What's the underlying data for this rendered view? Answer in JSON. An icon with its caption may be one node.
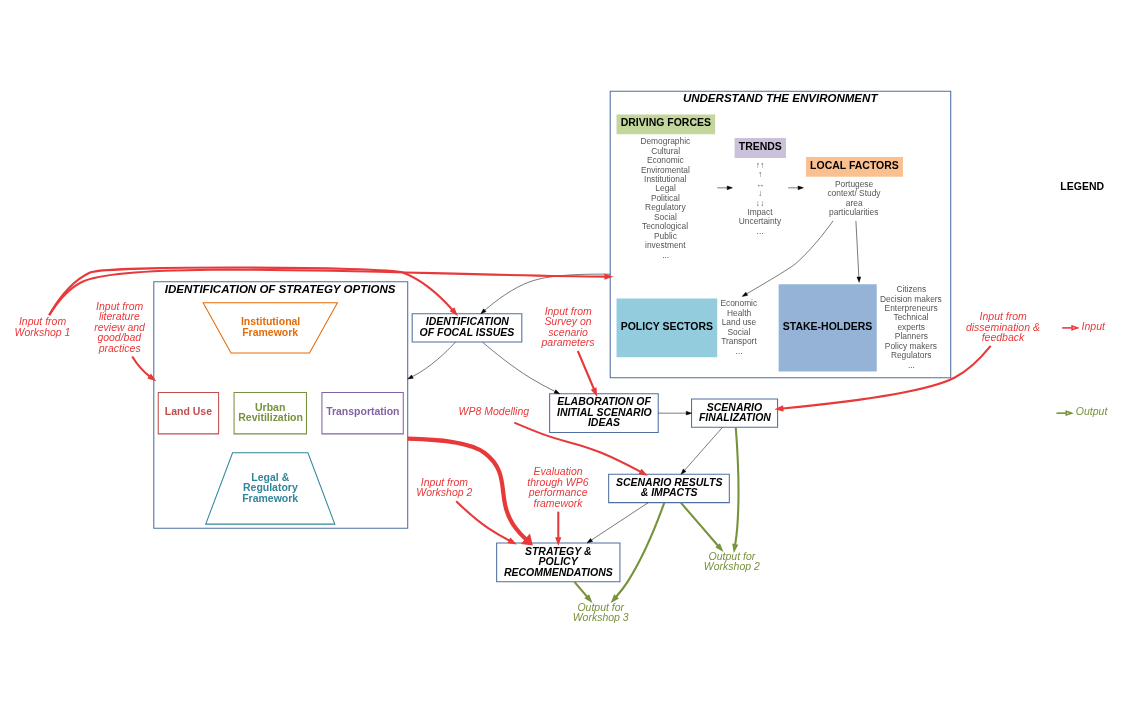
{
  "diagram": {
    "nodes": [
      {
        "text": [
          "UNDERSTAND THE ENVIRONMENT"
        ]
      },
      {
        "text": [
          "DRIVING FORCES"
        ],
        "in": 0,
        "beside": [
          "Demographic",
          "Cultural",
          "Economic",
          "Enviromental",
          "Institutional",
          "Legal",
          "Political",
          "Regulatory",
          "Social",
          "Tecnological",
          "Public investment",
          "..."
        ]
      },
      {
        "text": [
          "TRENDS"
        ],
        "in": 0,
        "beside": [
          "↑↑",
          "↑",
          "↔",
          "↓",
          "↓↓",
          "Impact",
          "Uncertainty",
          "..."
        ]
      },
      {
        "text": [
          "LOCAL FACTORS"
        ],
        "in": 0,
        "beside": [
          "Portugese context/ Study area particularities"
        ]
      },
      {
        "text": [
          "POLICY SECTORS"
        ],
        "in": 0,
        "beside": [
          "Economic",
          "Health",
          "Land use",
          "Social",
          "Transport",
          "..."
        ]
      },
      {
        "text": [
          "STAKE-HOLDERS"
        ],
        "in": 0,
        "beside": [
          "Citizens",
          "Decision makers",
          "Enterpreneurs",
          "Technical experts",
          "Planners",
          "Policy makers",
          "Regulators",
          "..."
        ]
      },
      {
        "text": [
          "IDENTIFICATION OF FOCAL ISSUES"
        ]
      },
      {
        "text": [
          "IDENTIFICATION OF STRATEGY OPTIONS"
        ]
      },
      {
        "text": [
          "Institutional Framework"
        ],
        "in": 7
      },
      {
        "text": [
          "Land Use"
        ],
        "in": 7
      },
      {
        "text": [
          "Urban Revitilization"
        ],
        "in": 7
      },
      {
        "text": [
          "Transportation"
        ],
        "in": 7
      },
      {
        "text": [
          "Legal & Regulatory Framework"
        ],
        "in": 7
      },
      {
        "text": [
          "ELABORATION OF INITIAL SCENARIO IDEAS"
        ]
      },
      {
        "text": [
          "SCENARIO FINALIZATION"
        ]
      },
      {
        "text": [
          "SCENARIO RESULTS & IMPACTS"
        ]
      },
      {
        "text": [
          "STRATEGY & POLICY RECOMMENDATIONS"
        ]
      },
      {
        "text": [
          "Input from Workshop 1"
        ]
      },
      {
        "text": [
          "Input from Survey on scenario parameters"
        ]
      },
      {
        "text": [
          "Input from dissemination & feedback"
        ]
      },
      {
        "text": [
          "Output for Workshop 2"
        ]
      },
      {
        "text": [
          "WP8 Modelling"
        ]
      },
      {
        "text": [
          "Evaluation through WP6 performance framework"
        ]
      },
      {
        "text": [
          "Output for Workshop 3"
        ]
      },
      {
        "text": [
          "Input from literature review and good/bad practices"
        ]
      },
      {
        "text": [
          "Input from Workshop 2"
        ]
      }
    ],
    "edges": [
      {
        "from": 1,
        "to": 2,
        "arrow": "to"
      },
      {
        "from": 2,
        "to": 3,
        "arrow": "to"
      },
      {
        "from": 3,
        "to": 4,
        "arrow": "to"
      },
      {
        "from": 3,
        "to": 5,
        "arrow": "to"
      },
      {
        "from": 0,
        "to": 6,
        "arrow": "to"
      },
      {
        "from": 6,
        "to": 7,
        "arrow": "to"
      },
      {
        "from": 6,
        "to": 13,
        "arrow": "to"
      },
      {
        "from": 13,
        "to": 14,
        "arrow": "to"
      },
      {
        "from": 14,
        "to": 15,
        "arrow": "to"
      },
      {
        "from": 15,
        "to": 16,
        "arrow": "to"
      },
      {
        "from": 17,
        "to": 0,
        "arrow": "to",
        "color": "#e8393a"
      },
      {
        "from": 17,
        "to": 6,
        "arrow": "to",
        "color": "#e8393a"
      },
      {
        "from": 18,
        "to": 13,
        "arrow": "to",
        "color": "#e8393a"
      },
      {
        "from": 19,
        "to": 14,
        "arrow": "to",
        "color": "#e8393a"
      },
      {
        "from": 14,
        "to": 20,
        "arrow": "to",
        "color": "#76923c"
      },
      {
        "from": 15,
        "to": 20,
        "arrow": "to",
        "color": "#76923c"
      },
      {
        "from": 21,
        "to": 15,
        "arrow": "to",
        "color": "#e8393a"
      },
      {
        "from": 22,
        "to": 16,
        "arrow": "to",
        "color": "#e8393a"
      },
      {
        "from": 15,
        "to": 23,
        "arrow": "to",
        "color": "#76923c"
      },
      {
        "from": 16,
        "to": 23,
        "arrow": "to",
        "color": "#76923c"
      },
      {
        "from": 24,
        "to": 7,
        "arrow": "to",
        "color": "#e8393a"
      },
      {
        "from": 7,
        "to": 16,
        "arrow": "to",
        "style": "thick",
        "color": "#e8393a"
      },
      {
        "from": 25,
        "to": 16,
        "arrow": "to",
        "color": "#e8393a"
      }
    ],
    "labels": [
      "LEGEND"
    ],
    "legend": [
      {
        "text": "Input"
      },
      {
        "text": "Output"
      }
    ]
  }
}
